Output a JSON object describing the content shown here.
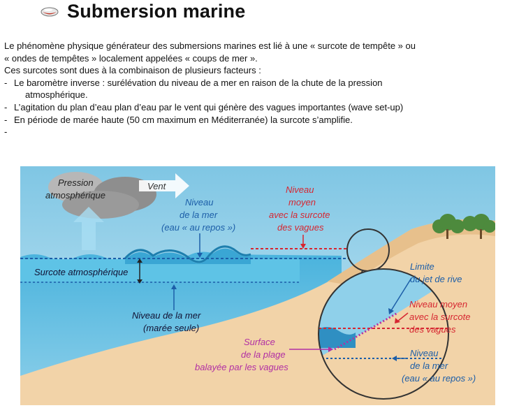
{
  "title": "Submersion marine",
  "paragraphs": {
    "p1a": "Le phénomène physique générateur des submersions marines est lié à une « surcote de tempête » ou",
    "p1b": "« ondes de tempêtes » localement appelées « coups de mer ».",
    "p2": "Ces surcotes sont dues à la combinaison de plusieurs facteurs :"
  },
  "bullets": {
    "b1a": "Le baromètre inverse : surélévation du niveau de a mer en raison de la chute de la pression",
    "b1b": "atmosphérique.",
    "b2": "L’agitation du plan d’eau plan d’eau par le vent qui génère des vagues importantes  (wave set-up)",
    "b3": "En période de marée haute (50 cm maximum en Méditerranée) la surcote s’amplifie.",
    "dash": "-"
  },
  "diagram": {
    "pression1": "Pression",
    "pression2": "atmosphérique",
    "vent": "Vent",
    "niveau_repos1": "Niveau",
    "niveau_repos2": "de la mer",
    "niveau_repos3": "(eau « au repos »)",
    "niveau_moyen1": "Niveau",
    "niveau_moyen2": "moyen",
    "niveau_moyen3": "avec la surcote",
    "niveau_moyen4": "des vagues",
    "surcote": "Surcote atmosphérique",
    "niveau_maree1": "Niveau de la mer",
    "niveau_maree2": "(marée seule)",
    "surface1": "Surface",
    "surface2": "de la plage",
    "surface3": "balayée par les vagues",
    "limite1": "Limite",
    "limite2": "du jet de rive",
    "zoom_moyen1": "Niveau moyen",
    "zoom_moyen2": "avec la surcote",
    "zoom_moyen3": "des vagues",
    "zoom_niveau1": "Niveau",
    "zoom_niveau2": "de la mer",
    "zoom_niveau3": "(eau « au repos »)"
  }
}
